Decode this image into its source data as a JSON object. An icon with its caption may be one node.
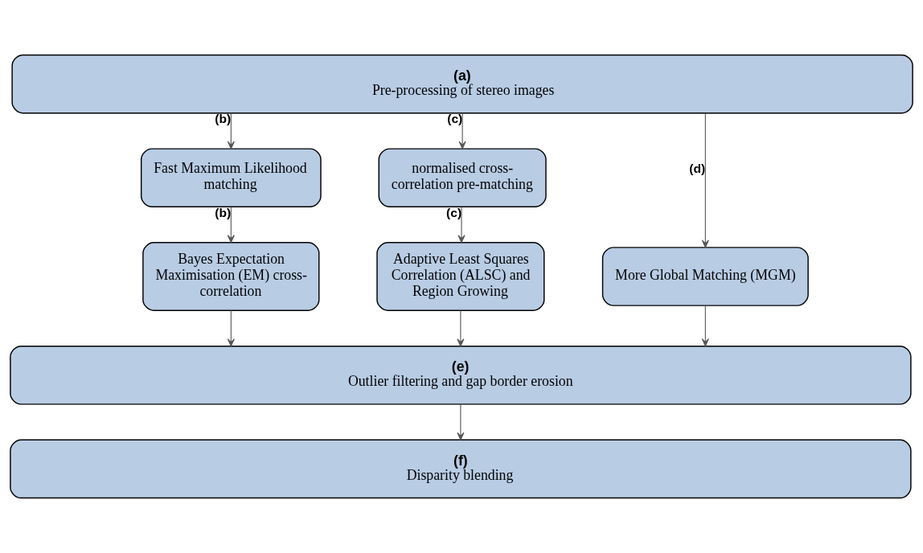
{
  "diagram": {
    "nodes": [
      {
        "text": [
          "(a)",
          "Pre-processing of stereo images"
        ]
      },
      {
        "text": [
          "Fast Maximum Likelihood matching"
        ]
      },
      {
        "text": [
          "normalised cross-correlation pre-matching"
        ]
      },
      {
        "text": [
          "Bayes Expectation Maximisation (EM) cross-correlation"
        ]
      },
      {
        "text": [
          "Adaptive Least Squares Correlation (ALSC) and Region Growing"
        ]
      },
      {
        "text": [
          "More Global Matching (MGM)"
        ]
      },
      {
        "text": [
          "(e)",
          "Outlier filtering and gap border erosion"
        ]
      },
      {
        "text": [
          "(f)",
          "Disparity blending"
        ]
      }
    ],
    "edges": [
      {
        "from": 0,
        "to": 1,
        "arrow": "to",
        "label": "(b)"
      },
      {
        "from": 0,
        "to": 2,
        "arrow": "to",
        "label": "(c)"
      },
      {
        "from": 0,
        "to": 5,
        "arrow": "to",
        "label": "(d)"
      },
      {
        "from": 1,
        "to": 3,
        "arrow": "to",
        "label": "(b)"
      },
      {
        "from": 2,
        "to": 4,
        "arrow": "to",
        "label": "(c)"
      },
      {
        "from": 3,
        "to": 6,
        "arrow": "to"
      },
      {
        "from": 4,
        "to": 6,
        "arrow": "to"
      },
      {
        "from": 5,
        "to": 6,
        "arrow": "to"
      },
      {
        "from": 6,
        "to": 7,
        "arrow": "to"
      }
    ]
  }
}
